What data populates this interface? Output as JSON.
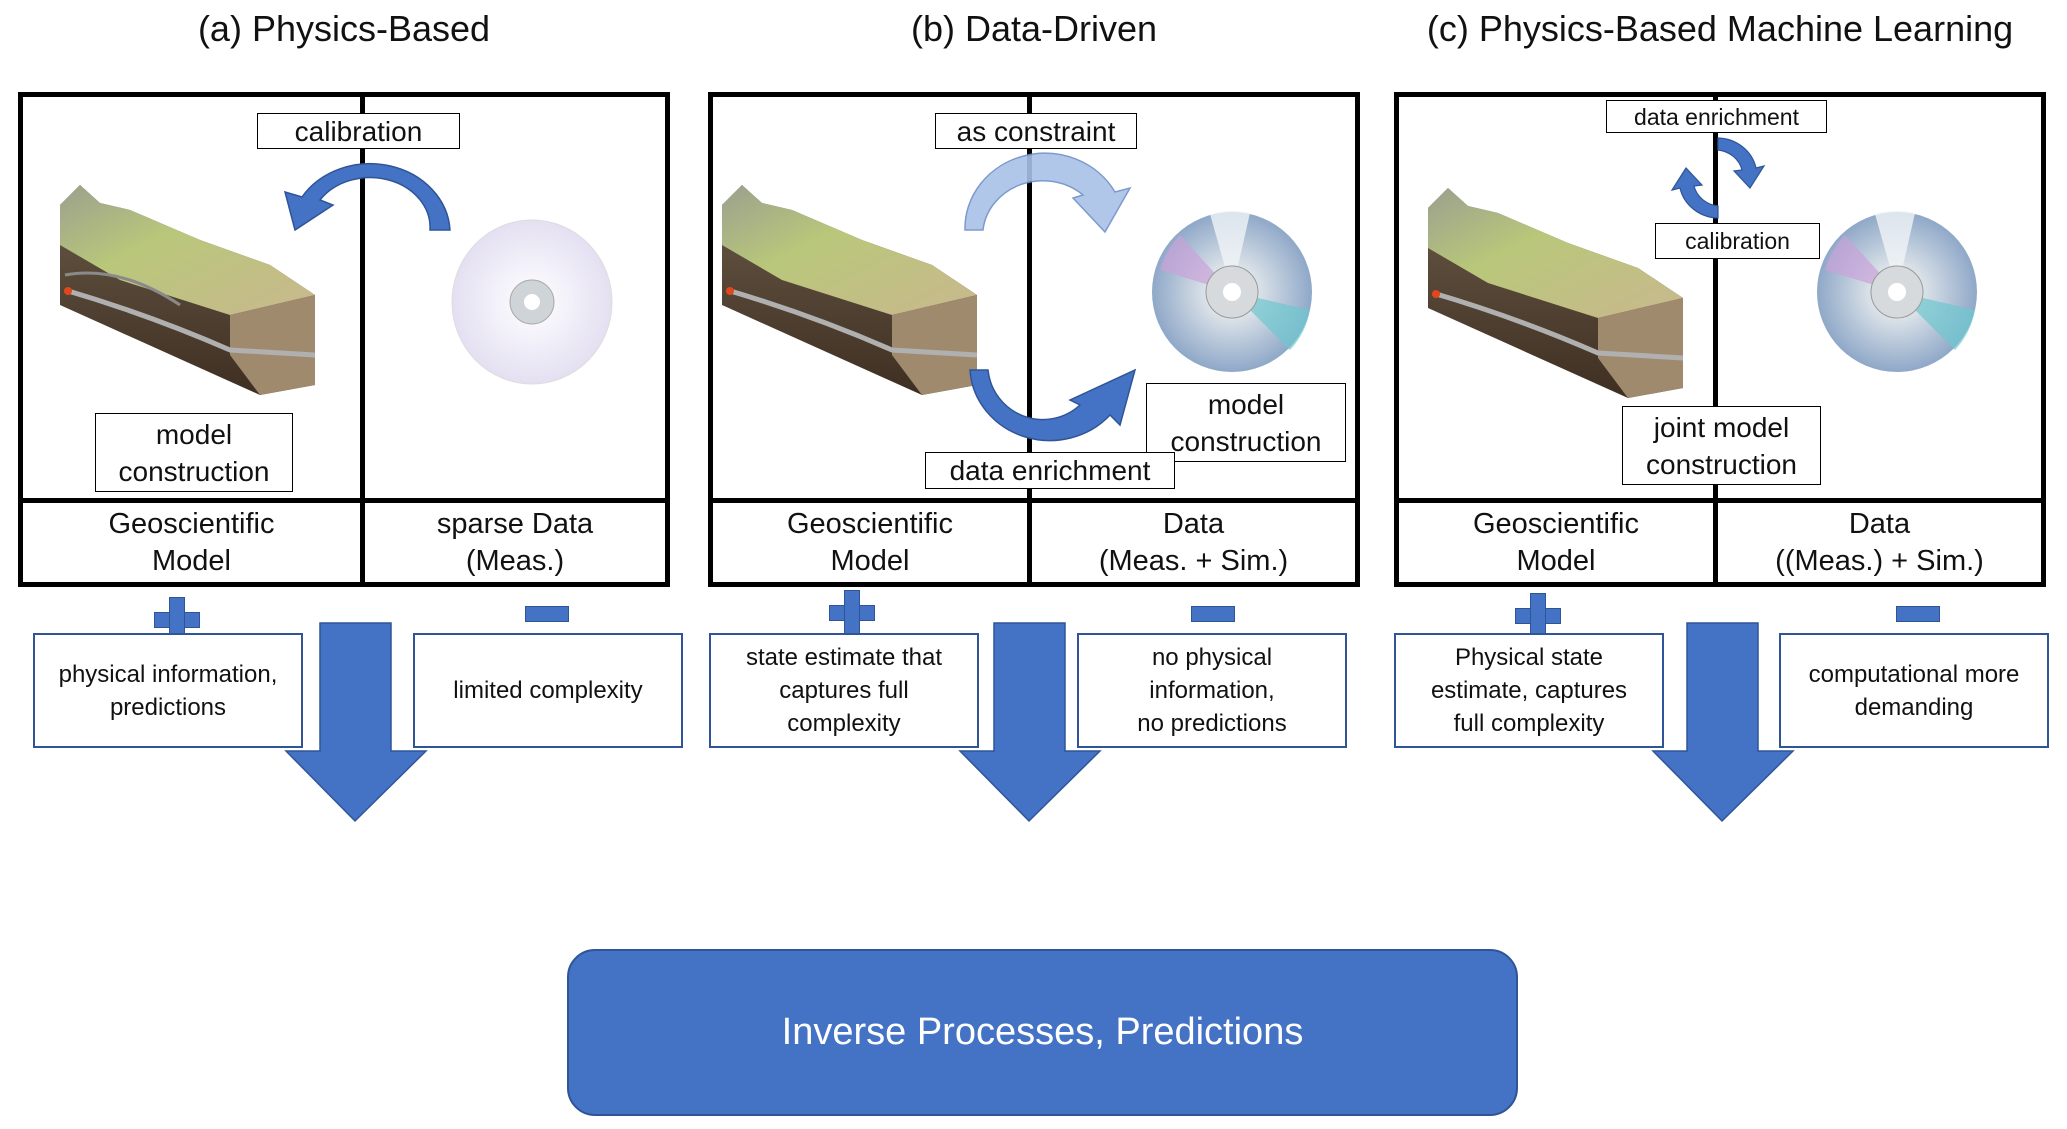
{
  "colors": {
    "accent": "#4472c4",
    "accent_dark": "#2f5597",
    "accent_light": "#a9c1e8",
    "frame": "#000000"
  },
  "panels": [
    {
      "id": "a",
      "title": "(a) Physics-Based",
      "arrow_labels": [
        "calibration"
      ],
      "model_box": "model construction",
      "model_box_lines": [
        "model",
        "construction"
      ],
      "left_footer": [
        "Geoscientific",
        "Model"
      ],
      "right_footer": [
        "sparse Data",
        "(Meas.)"
      ],
      "left_image": "geological-block-diagram",
      "right_image": "plain-disc",
      "pro_icon": "plus-icon",
      "pro_lines": [
        "physical information,",
        "predictions"
      ],
      "con_icon": "minus-icon",
      "con_lines": [
        "limited complexity"
      ]
    },
    {
      "id": "b",
      "title": "(b) Data-Driven",
      "arrow_labels": [
        "as constraint",
        "data enrichment"
      ],
      "model_box_lines": [
        "model",
        "construction"
      ],
      "left_footer": [
        "Geoscientific",
        "Model"
      ],
      "right_footer": [
        "Data",
        "(Meas. + Sim.)"
      ],
      "left_image": "geological-block-diagram",
      "right_image": "iridescent-disc",
      "pro_icon": "plus-icon",
      "pro_lines": [
        "state estimate that",
        "captures full",
        "complexity"
      ],
      "con_icon": "minus-icon",
      "con_lines": [
        "no physical",
        "information,",
        "no predictions"
      ]
    },
    {
      "id": "c",
      "title": "(c) Physics-Based Machine Learning",
      "arrow_labels": [
        "data enrichment",
        "calibration"
      ],
      "model_box_lines": [
        "joint model",
        "construction"
      ],
      "left_footer": [
        "Geoscientific",
        "Model"
      ],
      "right_footer": [
        "Data",
        "((Meas.) + Sim.)"
      ],
      "left_image": "geological-block-diagram",
      "right_image": "iridescent-disc",
      "pro_icon": "plus-icon",
      "pro_lines": [
        "Physical state",
        "estimate, captures",
        "full complexity"
      ],
      "con_icon": "minus-icon",
      "con_lines": [
        "computational more",
        "demanding"
      ]
    }
  ],
  "result": {
    "label": "Inverse Processes, Predictions"
  }
}
